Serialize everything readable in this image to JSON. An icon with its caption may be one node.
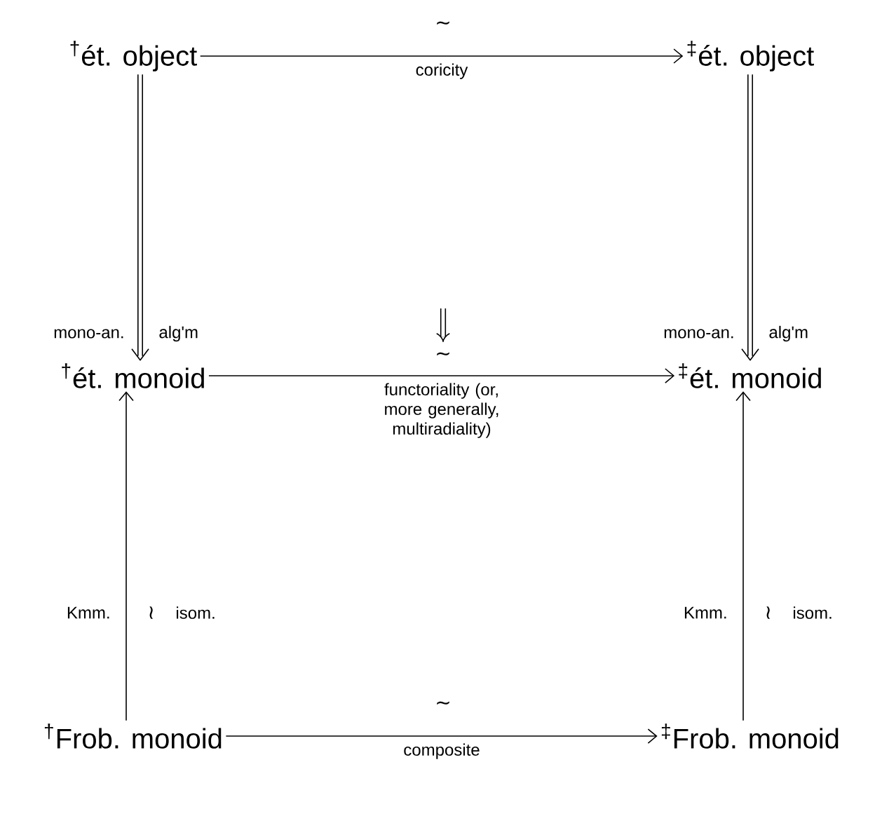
{
  "diagram": {
    "nodes": [
      {
        "text": [
          "$^{†}$ét. object"
        ]
      },
      {
        "text": [
          "$^{‡}$ét. object"
        ]
      },
      {
        "text": [
          "$^{†}$ét. monoid"
        ]
      },
      {
        "text": [
          "$^{‡}$ét. monoid"
        ]
      },
      {
        "text": [
          "$^{†}$Frob. monoid"
        ]
      },
      {
        "text": [
          "$^{‡}$Frob. monoid"
        ]
      }
    ],
    "edges": [
      {
        "from": 0,
        "to": 1,
        "arrow": "to",
        "label": "coricity"
      },
      {
        "from": 0,
        "to": 2,
        "arrow": "to",
        "label": "mono-an."
      },
      {
        "from": 1,
        "to": 3,
        "arrow": "to",
        "label": "mono-an."
      },
      {
        "from": 2,
        "to": 3,
        "arrow": "to",
        "label": "functoriality (or, more generally, multiradiality)"
      },
      {
        "from": 4,
        "to": 2,
        "arrow": "to",
        "label": "Kmm."
      },
      {
        "from": 5,
        "to": 3,
        "arrow": "to",
        "label": "Kmm."
      },
      {
        "from": 4,
        "to": 5,
        "arrow": "to",
        "label": "composite"
      }
    ],
    "labels": [
      "∼",
      "alg'm",
      "alg'm",
      "∼",
      "≀",
      "isom.",
      "≀",
      "isom.",
      "∼"
    ]
  }
}
